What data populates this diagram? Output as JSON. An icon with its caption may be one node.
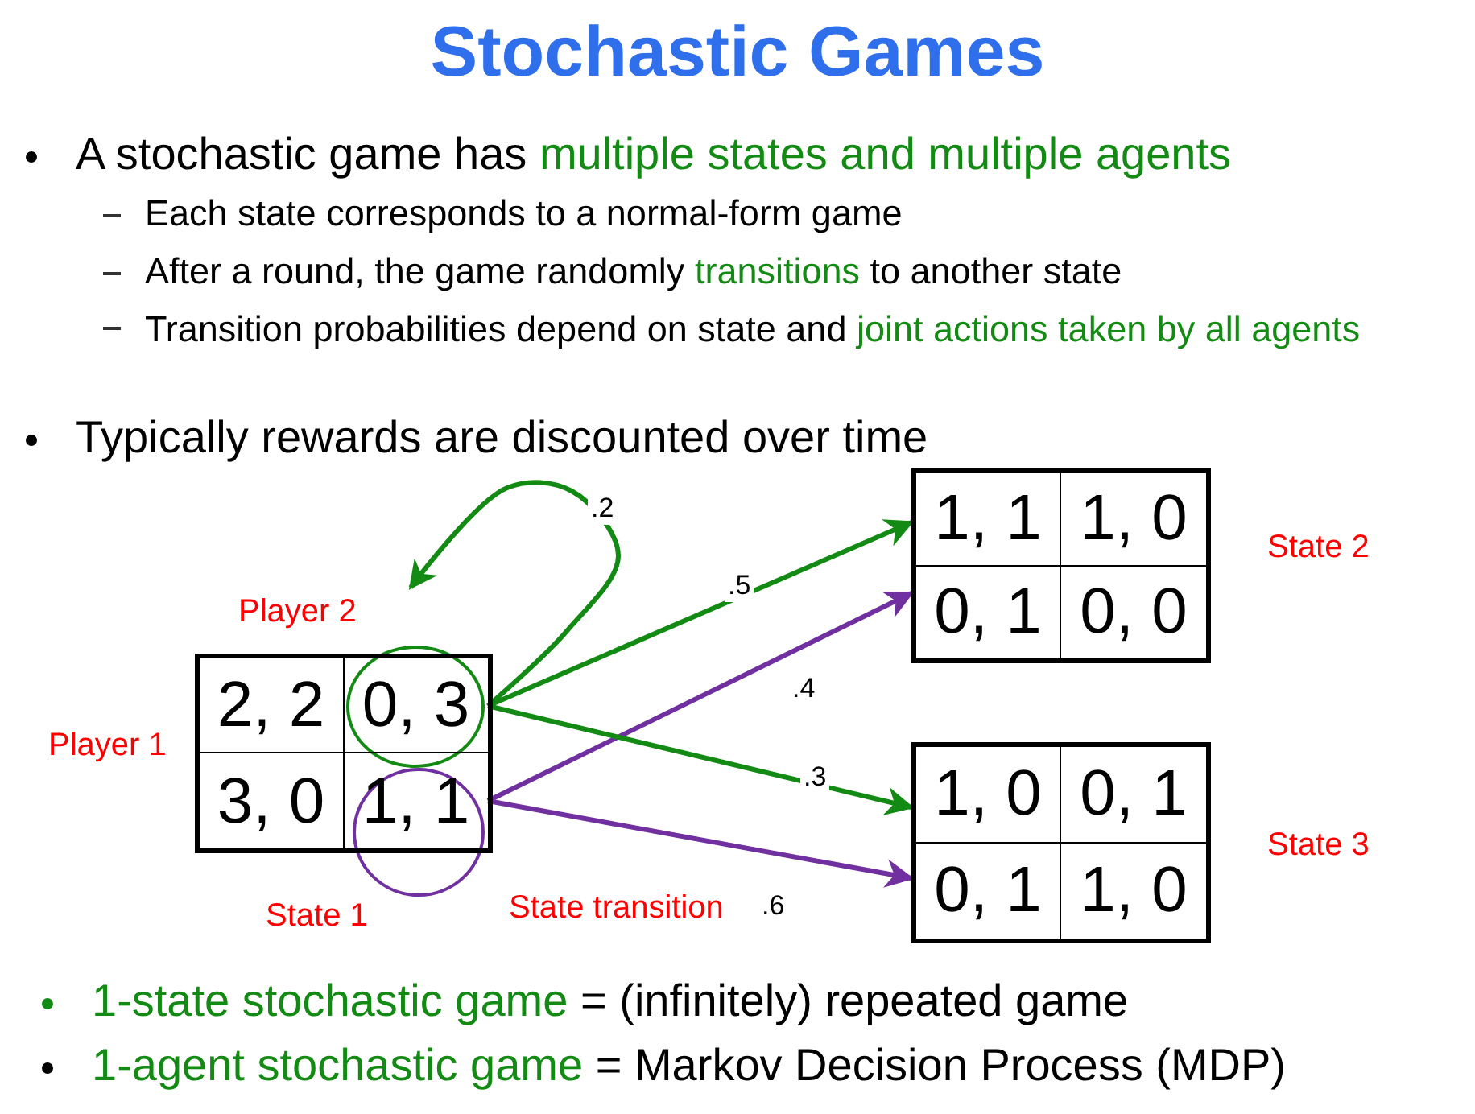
{
  "diagram": {
    "title": "Stochastic Games",
    "nodes": [
      {
        "text": [],
        "shape": "box",
        "beside": [
          "Player 2",
          "Player 1",
          "State 1"
        ]
      },
      {
        "text": [
          "2, 2"
        ],
        "in": 0
      },
      {
        "text": [
          "0, 3"
        ],
        "in": 0
      },
      {
        "text": [
          "3, 0"
        ],
        "in": 0
      },
      {
        "text": [
          "1, 1"
        ],
        "in": 0
      },
      {
        "text": [],
        "shape": "box",
        "beside": [
          "State 2"
        ]
      },
      {
        "text": [
          "1, 1"
        ],
        "in": 5
      },
      {
        "text": [
          "1, 0"
        ],
        "in": 5
      },
      {
        "text": [
          "0, 1"
        ],
        "in": 5
      },
      {
        "text": [
          "0, 0"
        ],
        "in": 5
      },
      {
        "text": [],
        "shape": "box",
        "beside": [
          "State 3"
        ]
      },
      {
        "text": [
          "1, 0"
        ],
        "in": 10
      },
      {
        "text": [
          "0, 1"
        ],
        "in": 10
      },
      {
        "text": [
          "0, 1"
        ],
        "in": 10
      },
      {
        "text": [
          "1, 0"
        ],
        "in": 10
      }
    ],
    "edges": [
      {
        "from": 2,
        "to": null,
        "arrow": "to",
        "label": ".2",
        "color": "#138a13"
      },
      {
        "from": 2,
        "to": 5,
        "arrow": "to",
        "label": ".5",
        "color": "#138a13"
      },
      {
        "from": 4,
        "to": 5,
        "arrow": "to",
        "label": ".4",
        "color": "#7030a0"
      },
      {
        "from": 2,
        "to": 10,
        "arrow": "to",
        "label": ".3",
        "color": "#138a13"
      },
      {
        "from": 4,
        "to": 10,
        "arrow": "to",
        "label": ".6",
        "color": "#7030a0"
      }
    ],
    "labels": [
      "A stochastic game has",
      "multiple states and multiple agents",
      "Each state corresponds to a normal-form game",
      "After a round, the game randomly",
      "transitions",
      "to another state",
      "Transition probabilities depend on state and",
      "joint actions taken by all agents",
      "Typically rewards are discounted over time",
      "State transition",
      "1-state stochastic game",
      "= (infinitely) repeated game",
      "1-agent stochastic game",
      "= Markov Decision Process (MDP)"
    ]
  }
}
